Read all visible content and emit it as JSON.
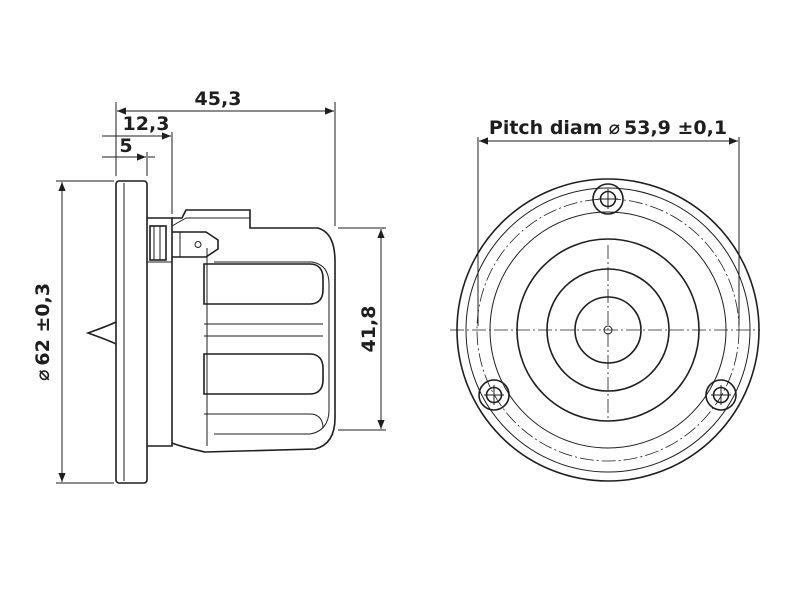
{
  "dimensions": {
    "overall_depth": "45,3",
    "flange_to_magnet": "12,3",
    "flange_thickness": "5",
    "outer_diameter": "62 ±0,3",
    "magnet_height": "41,8",
    "pitch_diameter_label": "Pitch diam",
    "pitch_diameter_value": "53,9 ±0,1"
  },
  "symbols": {
    "diameter": "⌀"
  },
  "colors": {
    "ink": "#1e1e1e",
    "background": "#ffffff"
  }
}
